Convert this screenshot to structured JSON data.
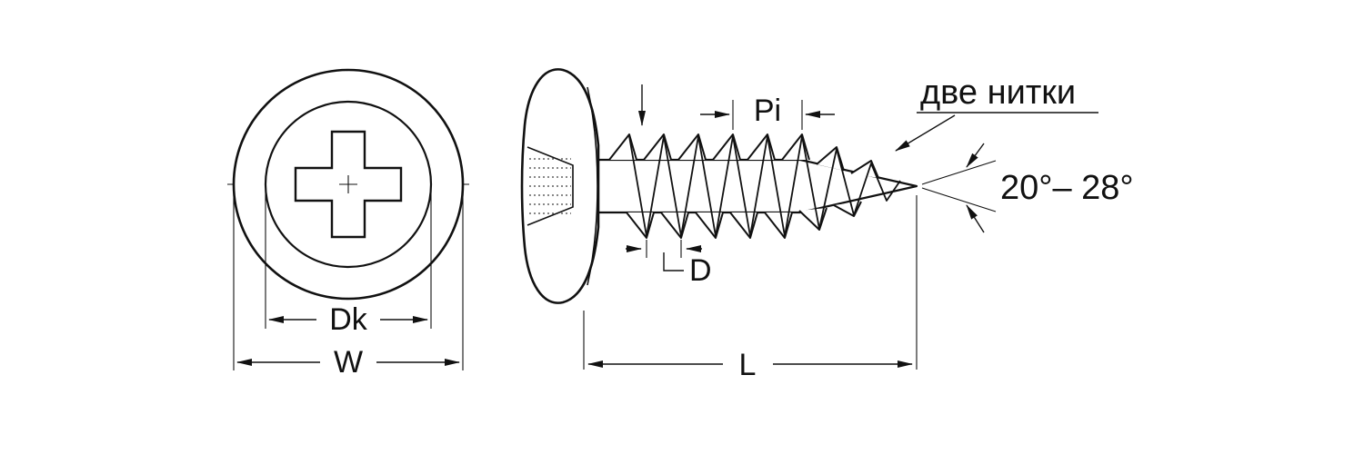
{
  "figure": {
    "kind": "technical-drawing-self-tapping-screw",
    "colors": {
      "line": "#111111",
      "background": "#ffffff"
    },
    "labels": {
      "head_recess_diameter": "Dk",
      "head_outer_diameter": "W",
      "thread_pitch": "Pi",
      "thread_diameter": "D",
      "screw_length": "L",
      "two_threads_note": "две нитки",
      "point_angle_range": "20°– 28°"
    }
  }
}
